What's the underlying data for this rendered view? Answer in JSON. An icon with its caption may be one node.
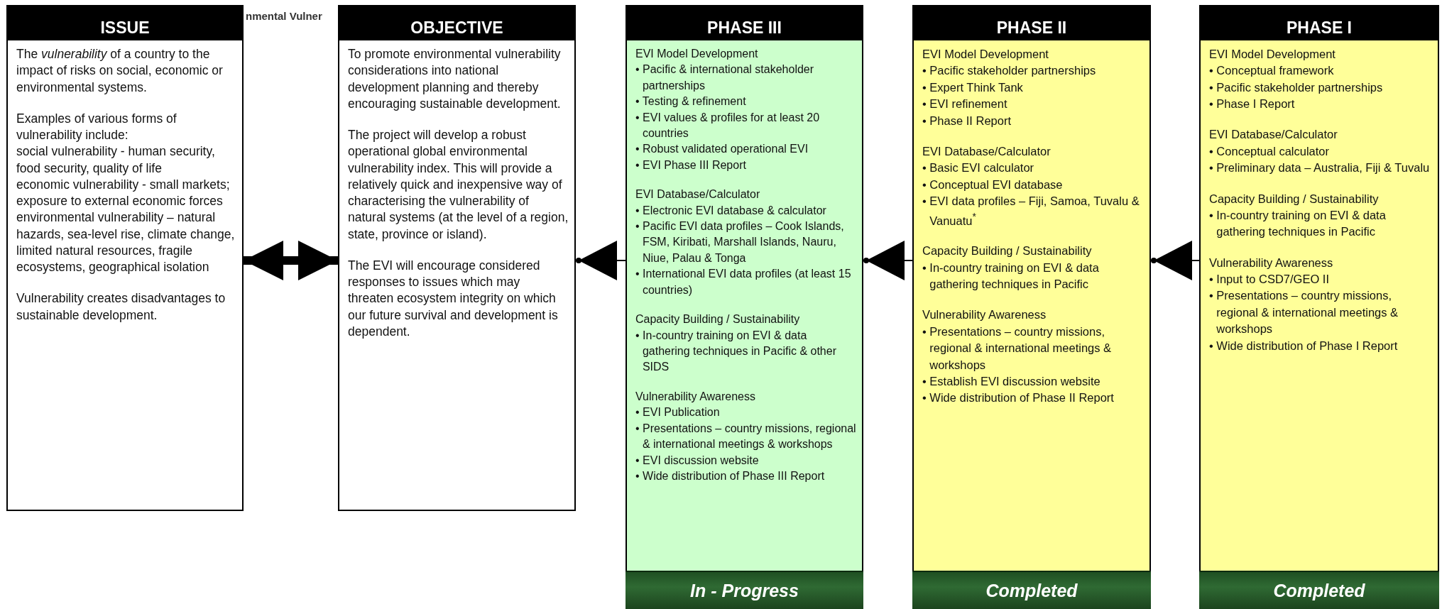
{
  "diagram": {
    "nodes": [
      {
        "text": [
          "ISSUE",
          "The *vulnerability* of a country to the impact of risks on social, economic or environmental systems.",
          "Examples of various forms of vulnerability include:",
          "social vulnerability - human security, food security, quality of life",
          "economic vulnerability - small markets; exposure to external economic forces",
          "environmental vulnerability – natural hazards, sea-level rise, climate change, limited natural resources, fragile ecosystems, geographical isolation",
          "Vulnerability creates disadvantages to sustainable development."
        ]
      },
      {
        "text": [
          "OBJECTIVE",
          "To promote environmental vulnerability considerations into national development planning and thereby encouraging sustainable development.",
          "The project will develop a robust operational global environmental vulnerability index. This will provide a relatively quick and inexpensive way of characterising the vulnerability of natural systems (at the level of a region, state, province or island).",
          "The EVI will encourage considered responses to issues which may threaten ecosystem integrity on which our future survival and development is dependent."
        ]
      },
      {
        "text": [
          "PHASE III",
          "EVI Model Development",
          "• Pacific & international stakeholder partnerships",
          "• Testing & refinement",
          "• EVI values & profiles for at least 20 countries",
          "• Robust validated operational EVI",
          "• EVI Phase III Report",
          "EVI Database/Calculator",
          "• Electronic EVI database & calculator",
          "• Pacific EVI data profiles – Cook Islands, FSM, Kiribati, Marshall Islands, Nauru, Niue, Palau & Tonga",
          "• International EVI data profiles (at least 15 countries)",
          "Capacity Building / Sustainability",
          "• In-country training on EVI & data gathering techniques in Pacific & other SIDS",
          "Vulnerability Awareness",
          "• EVI Publication",
          "• Presentations – country missions, regional & international meetings & workshops",
          "• EVI discussion website",
          "• Wide distribution of Phase III Report",
          "In - Progress"
        ]
      },
      {
        "text": [
          "PHASE II",
          "EVI Model Development",
          "• Pacific stakeholder partnerships",
          "• Expert Think Tank",
          "• EVI refinement",
          "• Phase II Report",
          "EVI Database/Calculator",
          "• Basic EVI calculator",
          "• Conceptual EVI database",
          "• EVI data profiles – Fiji, Samoa, Tuvalu & Vanuatu$^{*}$",
          "Capacity Building / Sustainability",
          "• In-country training on EVI & data gathering techniques in Pacific",
          "Vulnerability Awareness",
          "• Presentations – country missions, regional & international meetings & workshops",
          "• Establish EVI discussion website",
          "• Wide distribution of Phase II Report",
          "Completed"
        ]
      },
      {
        "text": [
          "PHASE I",
          "EVI Model Development",
          "• Conceptual framework",
          "• Pacific stakeholder partnerships",
          "• Phase I Report",
          "EVI Database/Calculator",
          "• Conceptual calculator",
          "• Preliminary data – Australia, Fiji & Tuvalu",
          "Capacity Building / Sustainability",
          "• In-country training on EVI & data gathering techniques in Pacific",
          "Vulnerability Awareness",
          "• Input to CSD7/GEO II",
          "• Presentations – country missions, regional & international meetings & workshops",
          "• Wide distribution of Phase I Report",
          "Completed"
        ]
      }
    ],
    "edges": [
      {
        "from": 0,
        "to": 1,
        "arrow": "both",
        "style": "thick"
      },
      {
        "from": 2,
        "to": 1,
        "arrow": "to"
      },
      {
        "from": 3,
        "to": 2,
        "arrow": "to"
      },
      {
        "from": 4,
        "to": 3,
        "arrow": "to"
      }
    ],
    "labels": [
      "nmental Vulner"
    ]
  }
}
